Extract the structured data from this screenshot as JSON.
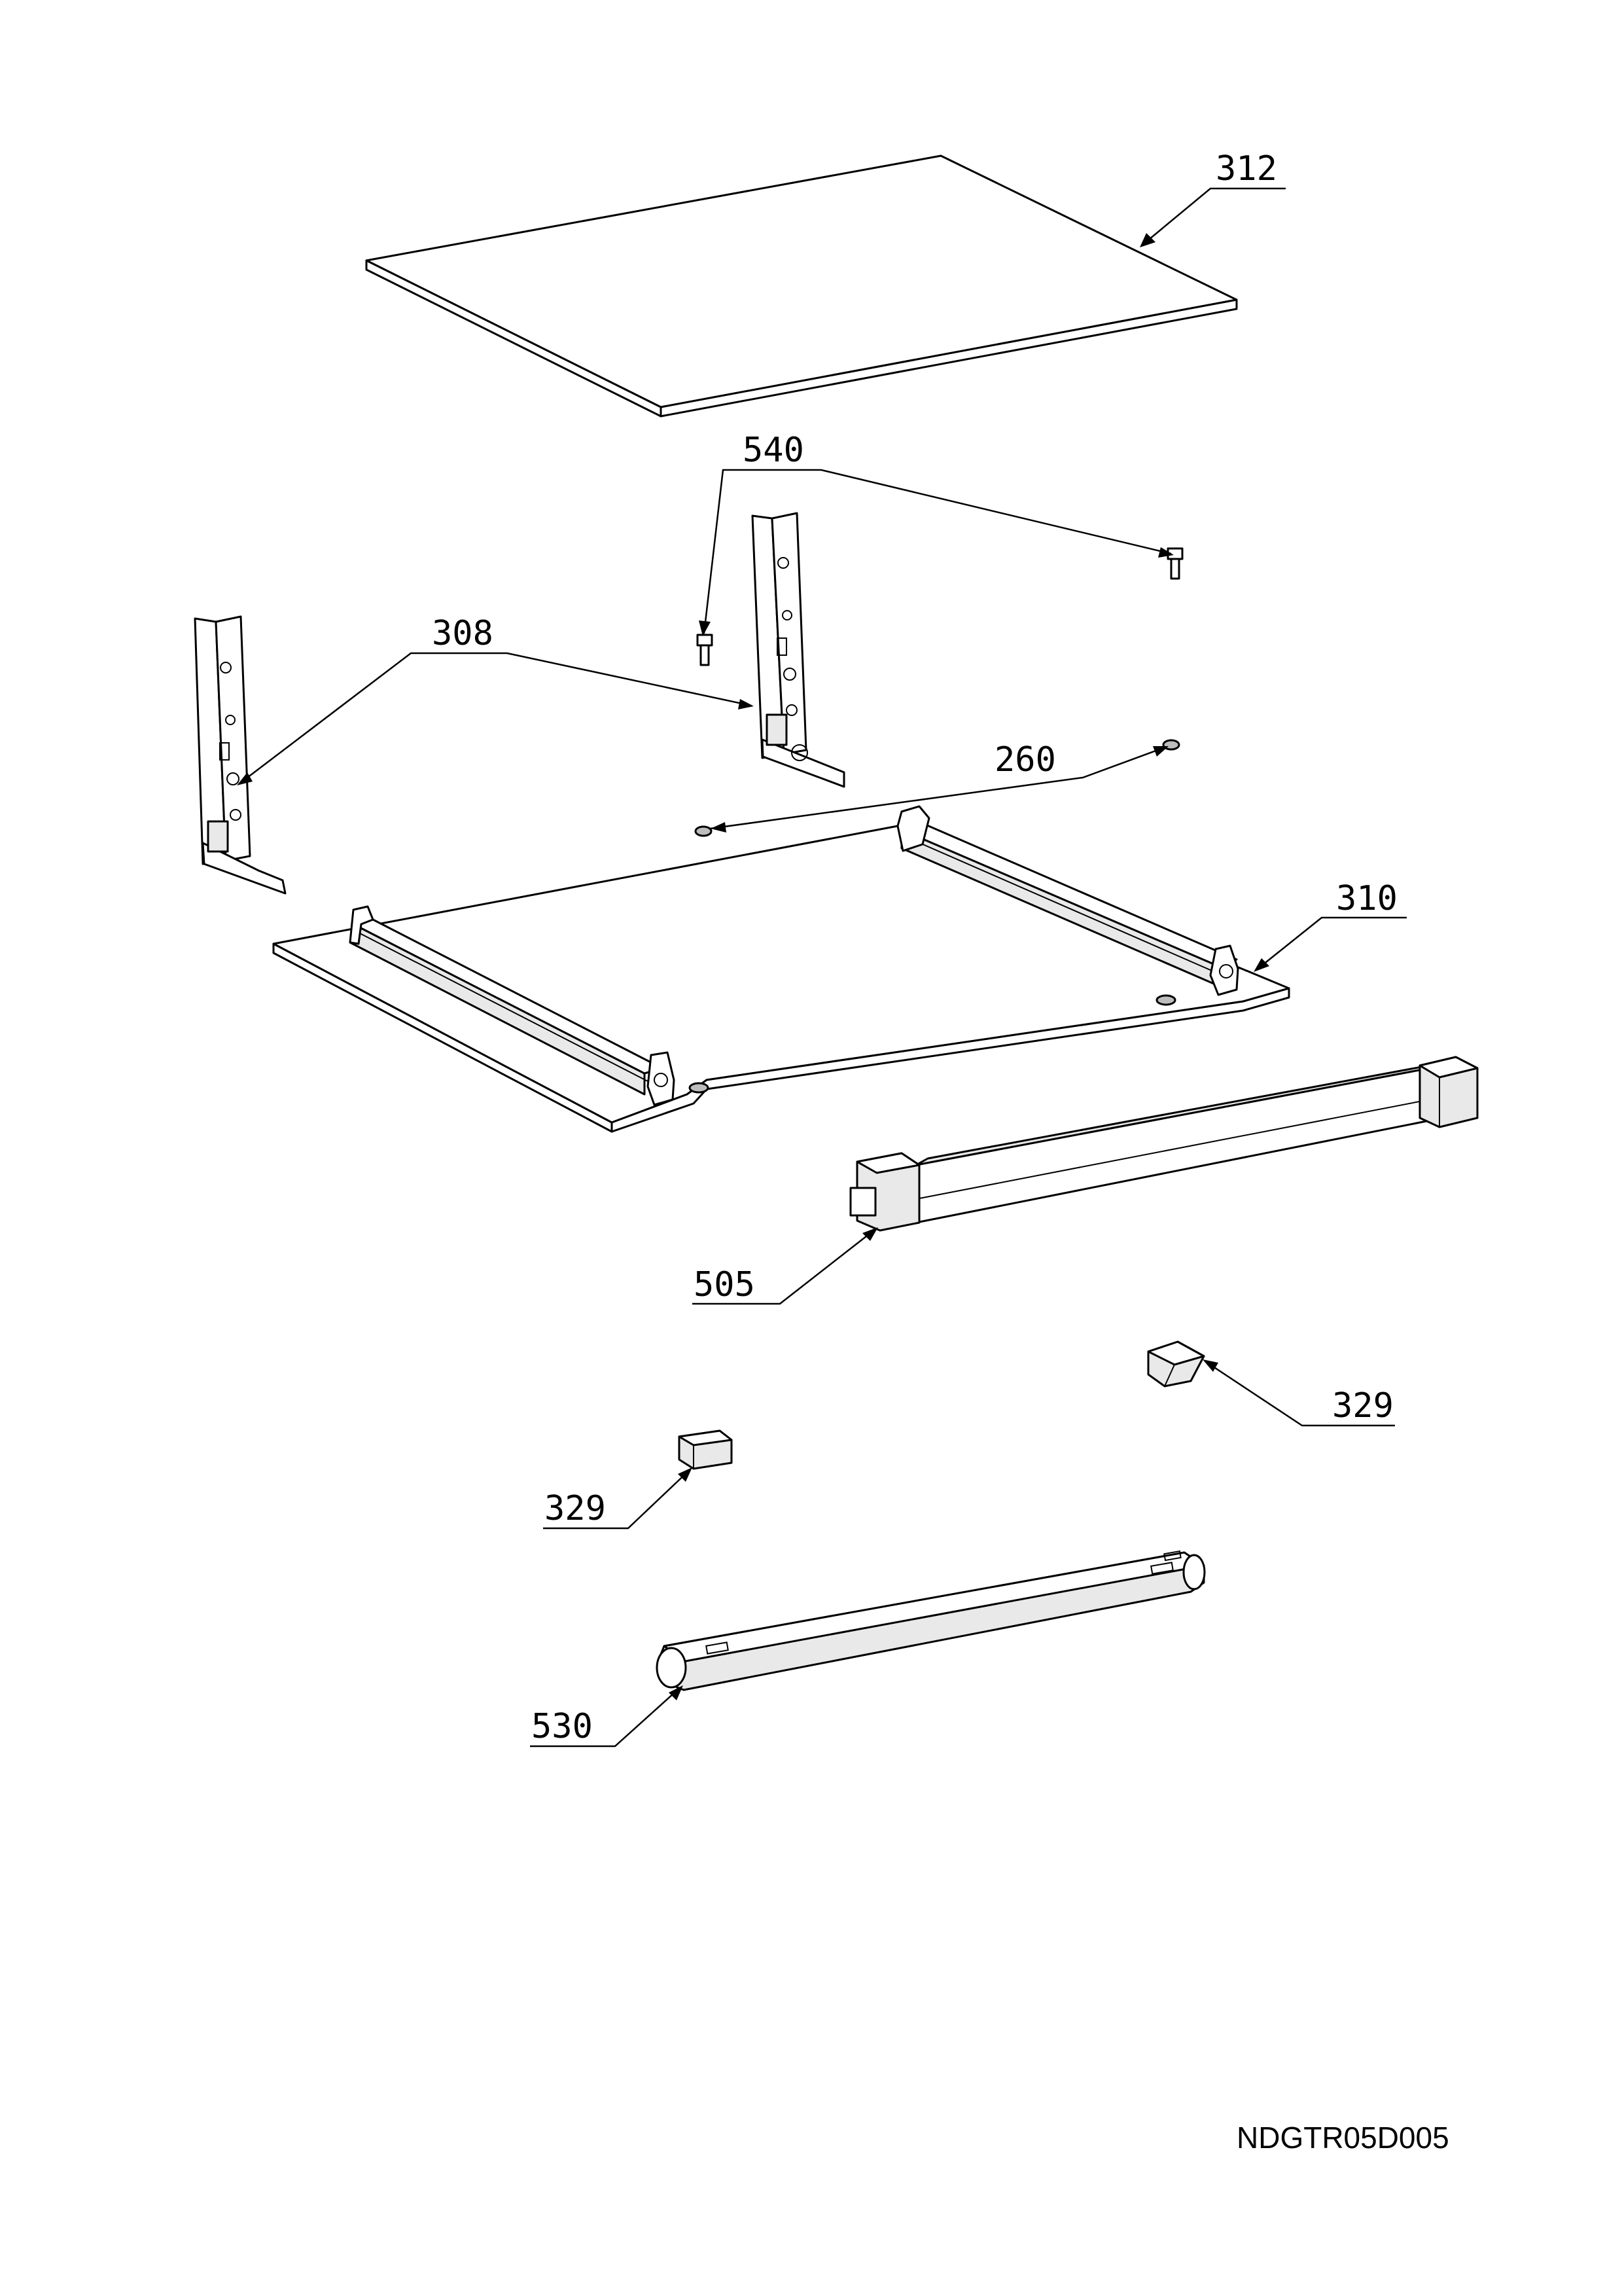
{
  "callouts": {
    "c312": "312",
    "c540": "540",
    "c308": "308",
    "c260": "260",
    "c310": "310",
    "c505": "505",
    "c329_right": "329",
    "c329_left": "329",
    "c530": "530"
  },
  "drawing_code": "NDGTR05D005",
  "colors": {
    "line": "#000000",
    "background": "#ffffff"
  }
}
